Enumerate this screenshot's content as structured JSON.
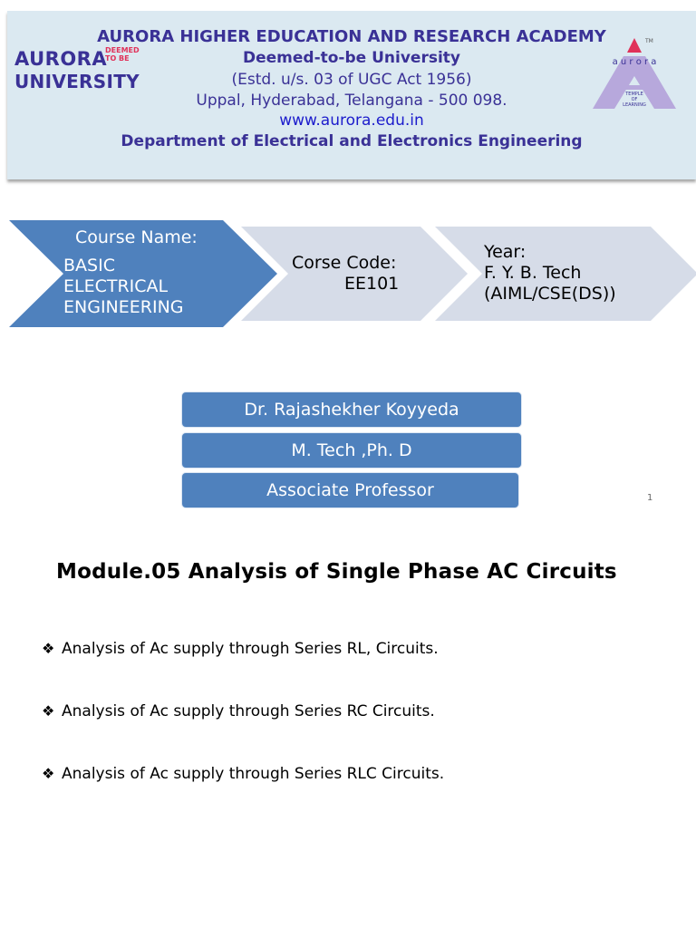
{
  "header": {
    "line1": "AURORA HIGHER EDUCATION AND RESEARCH ACADEMY",
    "line2": "Deemed-to-be University",
    "line3": "(Estd. u/s. 03 of UGC Act 1956)",
    "line4": "Uppal, Hyderabad, Telangana - 500 098.",
    "line5": "www.aurora.edu.in",
    "line6": "Department of Electrical and Electronics Engineering"
  },
  "logo_left": {
    "word1": "AURORA",
    "word2": "UNIVERSITY",
    "deemed1": "DEEMED",
    "deemed2": "TO BE"
  },
  "logo_right": {
    "brand": "a u r o r a",
    "tag1": "TEMPLE",
    "tag2": "OF",
    "tag3": "LEARNING",
    "tm": "TM"
  },
  "course": {
    "name_label": "Course Name:",
    "name_line1": "BASIC",
    "name_line2": "ELECTRICAL",
    "name_line3": "ENGINEERING",
    "code_label": "Corse Code:",
    "code_value": "EE101",
    "year_label": "Year:",
    "year_line1": "F. Y. B. Tech",
    "year_line2": "(AIML/CSE(DS))"
  },
  "faculty": {
    "name": "Dr. Rajashekher Koyyeda",
    "degree": "M. Tech ,Ph. D",
    "title": "Associate Professor"
  },
  "page_number": "1",
  "module": {
    "title": "Module.05 Analysis of  Single Phase AC Circuits",
    "bullet_glyph": "❖",
    "items": [
      "Analysis of Ac supply through Series RL, Circuits.",
      "Analysis of Ac supply through Series RC Circuits.",
      "Analysis of Ac supply through Series RLC Circuits."
    ]
  },
  "colors": {
    "banner_bg": "#dbe9f1",
    "heading_purple": "#3a3196",
    "link_blue": "#1c1ccc",
    "chevron_dark": "#4f81bd",
    "chevron_light": "#d6dce8",
    "logo_red": "#e0325a",
    "logo_lavender": "#b7a8dc"
  }
}
